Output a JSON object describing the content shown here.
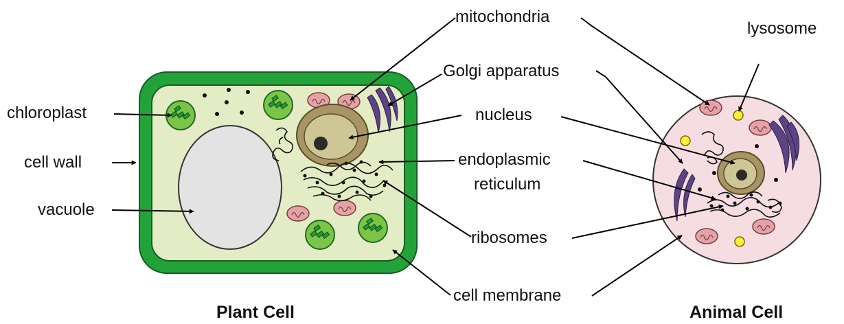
{
  "titles": {
    "plant": "Plant Cell",
    "animal": "Animal Cell"
  },
  "labels": {
    "mitochondria": "mitochondria",
    "lysosome": "lysosome",
    "golgi": "Golgi apparatus",
    "chloroplast": "chloroplast",
    "nucleus": "nucleus",
    "cell_wall": "cell wall",
    "er_line1": "endoplasmic",
    "er_line2": "reticulum",
    "vacuole": "vacuole",
    "ribosomes": "ribosomes",
    "cell_membrane": "cell membrane"
  },
  "colors": {
    "cell_wall": "#22a339",
    "plant_cytoplasm": "#e3ecc5",
    "vacuole": "#e3e3e3",
    "chloroplast": "#7cc447",
    "chloroplast_thylakoid": "#229a37",
    "mitochondrion": "#e3a3a9",
    "nucleus_envelope": "#a89464",
    "nucleus_inner": "#cfc695",
    "nucleolus": "#2a2a2a",
    "golgi": "#5b4384",
    "animal_cytoplasm": "#f5dde1",
    "lysosome": "#ffef3a"
  }
}
